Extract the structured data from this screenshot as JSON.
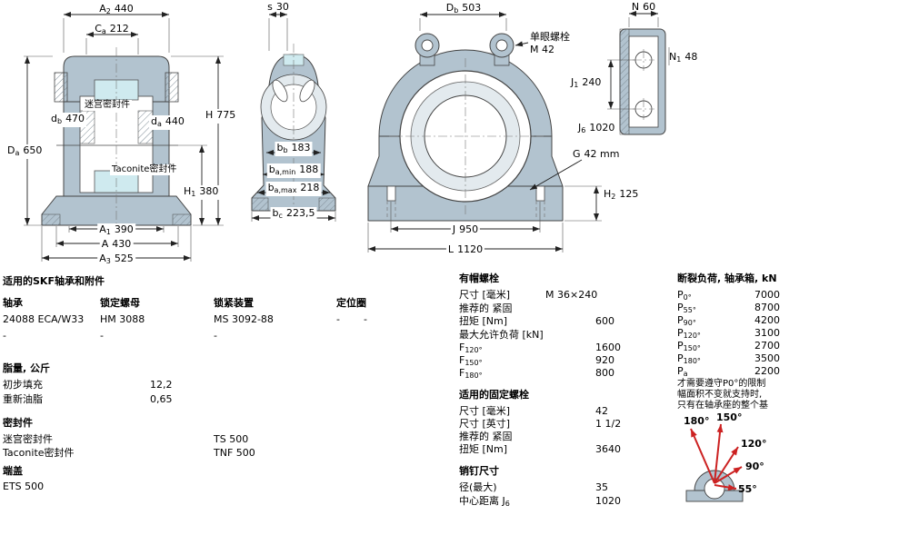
{
  "colors": {
    "housing_fill": "#b2c3cf",
    "seal_fill": "#cfeaef",
    "bearing_ring_fill": "#e3eaee",
    "dimension_line": "#222222",
    "load_arrow_red": "#cc2222"
  },
  "drawings": {
    "side_section": {
      "seal_label_top": "迷宫密封件",
      "seal_label_bottom": "Taconite密封件",
      "dims": {
        "A2": {
          "base": "A",
          "sub": "2",
          "value": "440"
        },
        "Ca": {
          "base": "C",
          "sub": "a",
          "value": "212"
        },
        "db": {
          "base": "d",
          "sub": "b",
          "value": "470"
        },
        "da": {
          "base": "d",
          "sub": "a",
          "value": "440"
        },
        "Da": {
          "base": "D",
          "sub": "a",
          "value": "650"
        },
        "H": {
          "base": "H",
          "sub": "",
          "value": "775"
        },
        "H1": {
          "base": "H",
          "sub": "1",
          "value": "380"
        },
        "A1": {
          "base": "A",
          "sub": "1",
          "value": "390"
        },
        "A": {
          "base": "A",
          "sub": "",
          "value": "430"
        },
        "A3": {
          "base": "A",
          "sub": "3",
          "value": "525"
        }
      }
    },
    "cross_section": {
      "dims": {
        "s": {
          "base": "s",
          "sub": "",
          "value": "30"
        },
        "bb": {
          "base": "b",
          "sub": "b",
          "value": "183"
        },
        "ba_min": {
          "base": "b",
          "sub": "a,min",
          "value": "188"
        },
        "ba_max": {
          "base": "b",
          "sub": "a,max",
          "value": "218"
        },
        "bc": {
          "base": "b",
          "sub": "c",
          "value": "223,5"
        }
      }
    },
    "front_view": {
      "eyebolt_label": "单眼螺栓",
      "eyebolt_size": "M 42",
      "dims": {
        "Db": {
          "base": "D",
          "sub": "b",
          "value": "503"
        },
        "G": {
          "base": "G",
          "sub": "",
          "value": "42 mm"
        },
        "H2": {
          "base": "H",
          "sub": "2",
          "value": "125"
        },
        "J": {
          "base": "J",
          "sub": "",
          "value": "950"
        },
        "L": {
          "base": "L",
          "sub": "",
          "value": "1120"
        }
      }
    },
    "end_view": {
      "dims": {
        "N": {
          "base": "N",
          "sub": "",
          "value": "60"
        },
        "N1": {
          "base": "N",
          "sub": "1",
          "value": "48"
        },
        "J1": {
          "base": "J",
          "sub": "1",
          "value": "240"
        },
        "J6": {
          "base": "J",
          "sub": "6",
          "value": "1020"
        }
      }
    }
  },
  "accessories": {
    "title": "适用的SKF轴承和附件",
    "headers": {
      "bearing": "轴承",
      "locknut": "锁定螺母",
      "locking": "锁紧装置",
      "ring": "定位圈"
    },
    "row1": {
      "bearing": "24088 ECA/W33",
      "locknut": "HM 3088",
      "locking": "MS 3092-88",
      "ring_a": "-",
      "ring_b": "-"
    },
    "row2": {
      "bearing": "-",
      "locknut": "-",
      "locking": "-"
    }
  },
  "grease": {
    "title": "脂量, 公斤",
    "initial_fill_label": "初步填充",
    "initial_fill_value": "12,2",
    "relub_label": "重新油脂",
    "relub_value": "0,65"
  },
  "seals": {
    "title": "密封件",
    "labyrinth_label": "迷宫密封件",
    "labyrinth_value": "TS 500",
    "taconite_label": "Taconite密封件",
    "taconite_value": "TNF 500"
  },
  "end_cover": {
    "title": "端盖",
    "value": "ETS 500"
  },
  "attachment_bolts": {
    "title": "有帽螺栓",
    "size_mm_label": "尺寸 [毫米]",
    "size_mm_value": "M 36×240",
    "recommended_label": "推荐的 紧固",
    "torque_label": "扭矩 [Nm]",
    "torque_value": "600",
    "max_load_label": "最大允许负荷 [kN]",
    "f120": {
      "base": "F",
      "sub": "120°",
      "value": "1600"
    },
    "f150": {
      "base": "F",
      "sub": "150°",
      "value": "920"
    },
    "f180": {
      "base": "F",
      "sub": "180°",
      "value": "800"
    }
  },
  "fixing_bolts": {
    "title": "适用的固定螺栓",
    "size_mm_label": "尺寸 [毫米]",
    "size_mm_value": "42",
    "size_in_label": "尺寸 [英寸]",
    "size_in_value": "1 1/2",
    "recommended_label": "推荐的 紧固",
    "torque_label": "扭矩 [Nm]",
    "torque_value": "3640"
  },
  "pins": {
    "title": "销钉尺寸",
    "dia_label": "径(最大)",
    "dia_value": "35",
    "center_dist_label": {
      "base": "中心距离 J",
      "sub": "6"
    },
    "center_dist_value": "1020"
  },
  "breaking_load": {
    "title": "断裂负荷, 轴承箱, kN",
    "p0": {
      "base": "P",
      "sub": "0°",
      "value": "7000"
    },
    "p55": {
      "base": "P",
      "sub": "55°",
      "value": "8700"
    },
    "p90": {
      "base": "P",
      "sub": "90°",
      "value": "4200"
    },
    "p120": {
      "base": "P",
      "sub": "120°",
      "value": "3100"
    },
    "p150": {
      "base": "P",
      "sub": "150°",
      "value": "2700"
    },
    "p180": {
      "base": "P",
      "sub": "180°",
      "value": "3500"
    },
    "pa": {
      "base": "P",
      "sub": "a",
      "value": "2200"
    },
    "note_line1": "才需要遵守P0°的限制",
    "note_line2": "幅面积不变就支持时,",
    "note_line3": "只有在轴承座的整个基"
  },
  "load_directions": {
    "a180": "180°",
    "a150": "150°",
    "a120": "120°",
    "a90": "90°",
    "a55": "55°"
  }
}
